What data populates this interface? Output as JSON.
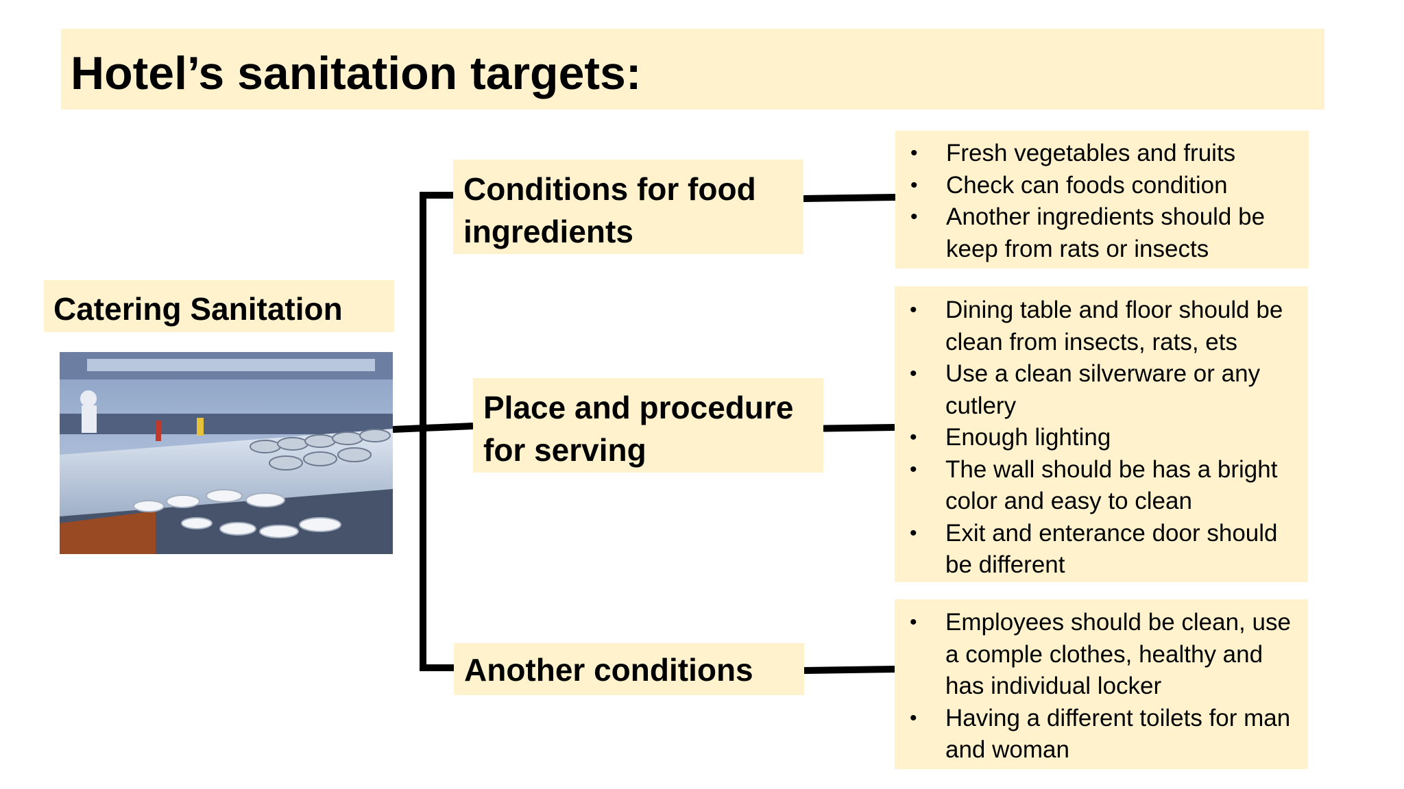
{
  "title": "Hotel’s sanitation targets:",
  "root": {
    "label": "Catering Sanitation",
    "image_subject": "commercial kitchen photo"
  },
  "branches": [
    {
      "label": "Conditions for food ingredients",
      "items": [
        "Fresh vegetables and fruits",
        "Check can foods condition",
        "Another ingredients should be keep from rats or insects"
      ]
    },
    {
      "label": "Place and procedure for serving",
      "items": [
        "Dining table and floor should be clean from insects, rats, ets",
        "Use a clean silverware or any cutlery",
        "Enough lighting",
        "The wall should be has a bright color and easy to clean",
        "Exit and enterance door should be different"
      ]
    },
    {
      "label": "Another conditions",
      "items": [
        "Employees should be clean, use a comple clothes, healthy and has individual locker",
        "Having a different toilets for man and woman"
      ]
    }
  ],
  "bullet": "•",
  "colors": {
    "box": "#fff2cc",
    "connector": "#000000"
  }
}
